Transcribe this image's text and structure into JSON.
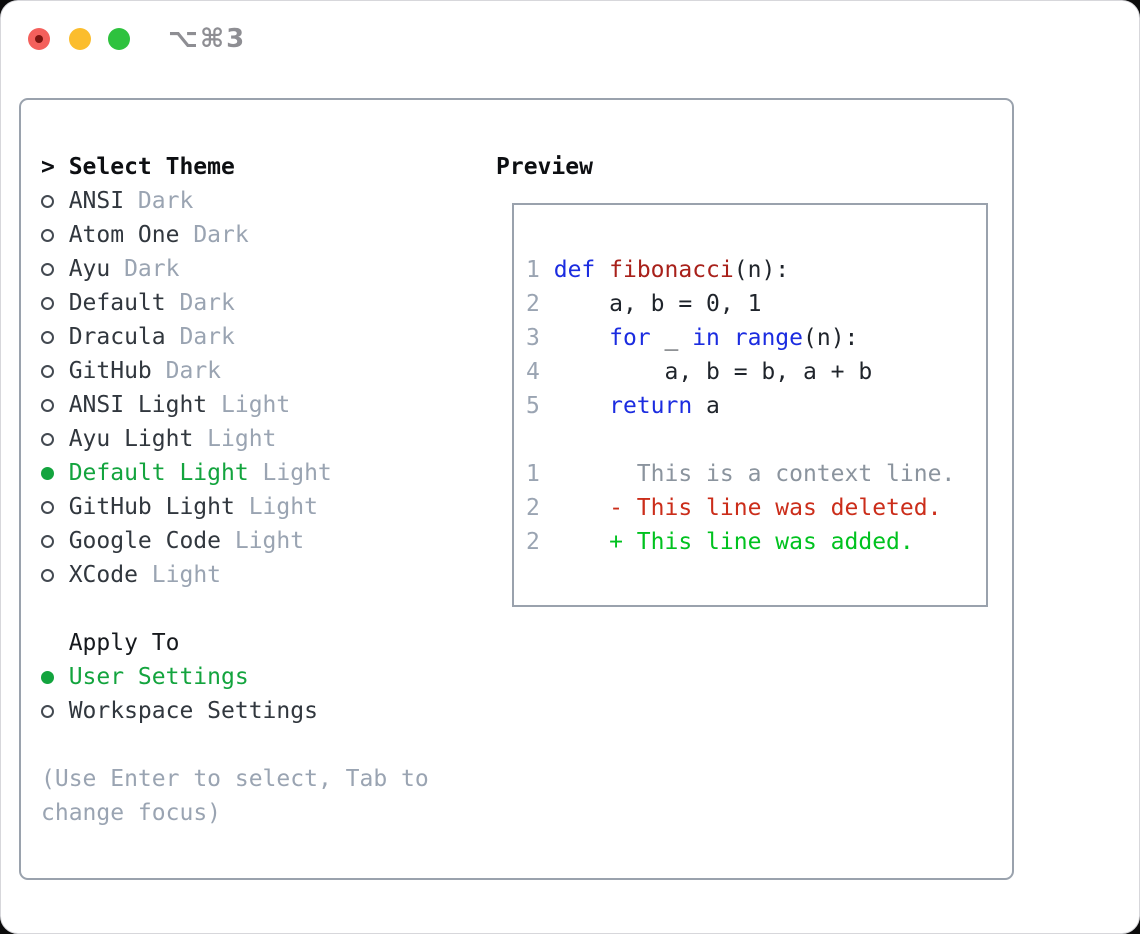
{
  "titlebar": {
    "title": "⌥⌘3",
    "buttons": [
      {
        "name": "close",
        "color": "#f4605c"
      },
      {
        "name": "minimize",
        "color": "#fbbd2d"
      },
      {
        "name": "zoom",
        "color": "#2ec23e"
      }
    ]
  },
  "colors": {
    "accent_green": "#13a43e",
    "diff_added_green": "#00c21f",
    "diff_deleted_red": "#cb2d1a",
    "keyword_blue": "#1b2ce0",
    "function_red": "#a8201a",
    "muted_gray": "#9aa4b2",
    "border_gray": "#9aa2ad"
  },
  "theme_picker": {
    "cursor": ">",
    "title": "Select Theme",
    "items": [
      {
        "name": "ANSI",
        "variant": "Dark",
        "selected": false
      },
      {
        "name": "Atom One",
        "variant": "Dark",
        "selected": false
      },
      {
        "name": "Ayu",
        "variant": "Dark",
        "selected": false
      },
      {
        "name": "Default",
        "variant": "Dark",
        "selected": false
      },
      {
        "name": "Dracula",
        "variant": "Dark",
        "selected": false
      },
      {
        "name": "GitHub",
        "variant": "Dark",
        "selected": false
      },
      {
        "name": "ANSI Light",
        "variant": "Light",
        "selected": false
      },
      {
        "name": "Ayu Light",
        "variant": "Light",
        "selected": false
      },
      {
        "name": "Default Light",
        "variant": "Light",
        "selected": true
      },
      {
        "name": "GitHub Light",
        "variant": "Light",
        "selected": false
      },
      {
        "name": "Google Code",
        "variant": "Light",
        "selected": false
      },
      {
        "name": "XCode",
        "variant": "Light",
        "selected": false
      }
    ]
  },
  "apply_to": {
    "title": "Apply To",
    "options": [
      {
        "label": "User Settings",
        "selected": true
      },
      {
        "label": "Workspace Settings",
        "selected": false
      }
    ]
  },
  "hint": "(Use Enter to select, Tab to change focus)",
  "preview": {
    "title": "Preview",
    "lines": [
      {
        "num": "1",
        "tokens": [
          {
            "t": " "
          },
          {
            "t": "def"
          },
          {
            "t": " "
          },
          {
            "t": "fibonacci"
          },
          {
            "t": "(n):"
          }
        ]
      },
      {
        "num": "2",
        "tokens": [
          {
            "t": "     a, b = 0, 1"
          }
        ]
      },
      {
        "num": "3",
        "tokens": [
          {
            "t": "     "
          },
          {
            "t": "for"
          },
          {
            "t": " _ "
          },
          {
            "t": "in"
          },
          {
            "t": " "
          },
          {
            "t": "range"
          },
          {
            "t": "(n):"
          }
        ]
      },
      {
        "num": "4",
        "tokens": [
          {
            "t": "         a, b = b, a + b"
          }
        ]
      },
      {
        "num": "5",
        "tokens": [
          {
            "t": "     "
          },
          {
            "t": "return"
          },
          {
            "t": " a"
          }
        ]
      },
      {
        "num": "1",
        "tokens": [
          {
            "t": "       This is a context line."
          }
        ]
      },
      {
        "num": "2",
        "tokens": [
          {
            "t": "     - This line was deleted."
          }
        ]
      },
      {
        "num": "2",
        "tokens": [
          {
            "t": "     + This line was added."
          }
        ]
      }
    ]
  }
}
